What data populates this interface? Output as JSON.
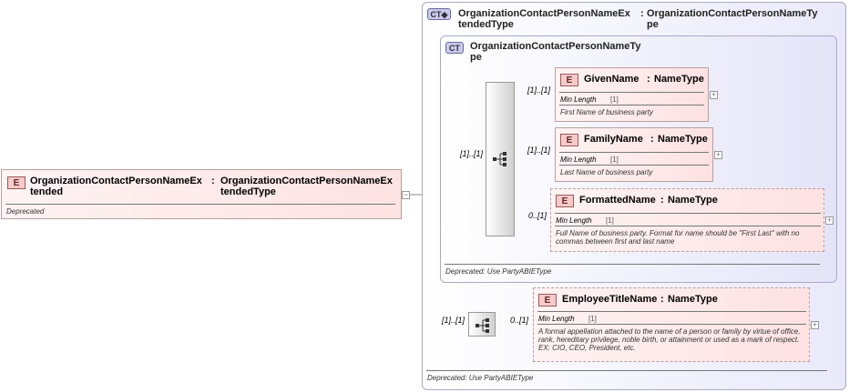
{
  "root": {
    "badge": "E",
    "name_line1": "OrganizationContactPersonNameEx",
    "name_line2": "tended",
    "sep": ":",
    "type_line1": "OrganizationContactPersonNameEx",
    "type_line2": "tendedType",
    "note": "Deprecated"
  },
  "outer_type": {
    "badge": "CT◆",
    "name_line1": "OrganizationContactPersonNameEx",
    "name_line2": "tendedType",
    "sep": ":",
    "type_line1": "OrganizationContactPersonNameTy",
    "type_line2": "pe",
    "note": "Deprecated: Use PartyABIEType"
  },
  "inner_type": {
    "badge": "CT",
    "name_line1": "OrganizationContactPersonNameTy",
    "name_line2": "pe",
    "note": "Deprecated: Use PartyABIEType"
  },
  "sequence_multiplicity": "[1]..[1]",
  "outer_sequence_multiplicity": "[1]..[1]",
  "elements": [
    {
      "badge": "E",
      "name": "GivenName",
      "sep": ":",
      "type": "NameType",
      "multiplicity": "[1]..[1]",
      "facet_label": "Min Length",
      "facet_value": "[1]",
      "doc": "First Name of business party"
    },
    {
      "badge": "E",
      "name": "FamilyName",
      "sep": ":",
      "type": "NameType",
      "multiplicity": "[1]..[1]",
      "facet_label": "Min Length",
      "facet_value": "[1]",
      "doc": "Last Name of business party"
    },
    {
      "badge": "E",
      "name": "FormattedName",
      "sep": ":",
      "type": "NameType",
      "multiplicity": "0..[1]",
      "facet_label": "Min Length",
      "facet_value": "[1]",
      "doc": "Full Name of business party. Format for name should be \"First Last\" with no commas between first and last name"
    },
    {
      "badge": "E",
      "name": "EmployeeTitleName",
      "sep": ":",
      "type": "NameType",
      "multiplicity": "0..[1]",
      "facet_label": "Min Length",
      "facet_value": "[1]",
      "doc": "A formal appellation attached to the name of a person or family by virtue of office, rank, hereditary privilege, noble birth, or attainment or used as a mark of respect. EX: CIO, CEO, President, etc."
    }
  ],
  "icons": {
    "plus": "+",
    "minus": "−"
  },
  "colors": {
    "element_fill": "#fde2e2",
    "complex_type_fill": "#e9e9fb",
    "badge_element": "#f8c9c9",
    "badge_type": "#c9c9ee"
  }
}
